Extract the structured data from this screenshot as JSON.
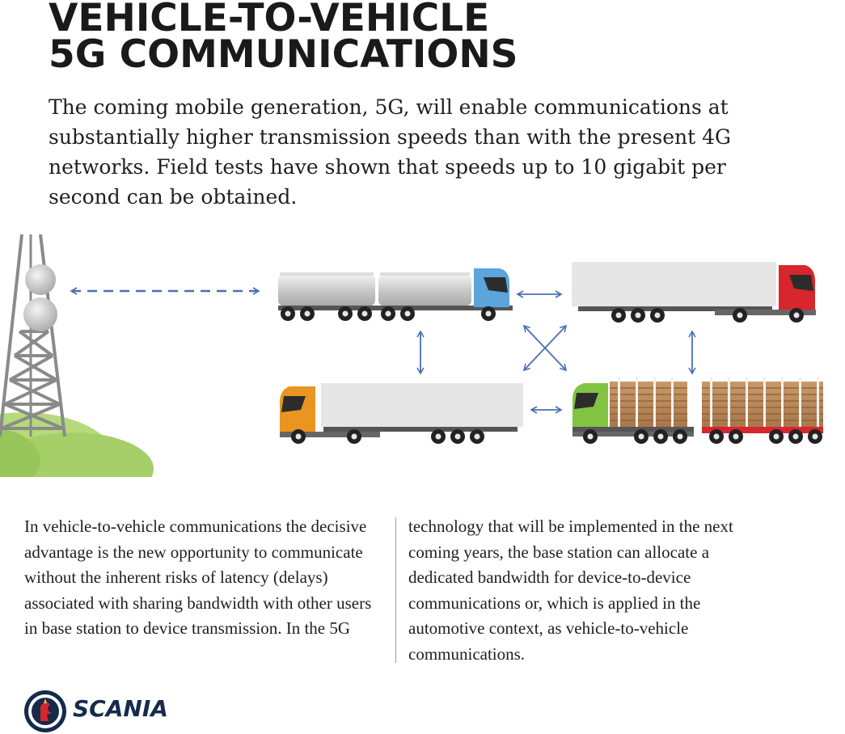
{
  "title": {
    "line1": "VEHICLE-TO-VEHICLE",
    "line2": "5G COMMUNICATIONS"
  },
  "intro": "The coming mobile generation, 5G, will enable communications at substantially higher transmission speeds than with the present 4G networks. Field tests have shown that speeds up to 10 gigabit per second can be obtained.",
  "body": {
    "left_column": "In vehicle-to-vehicle communications the decisive advantage is the new opportunity to communicate without the inherent risks of latency (delays) associated with sharing bandwidth with other users in base station to device transmission. In the 5G",
    "right_column": "technology that will be implemented in the next coming years, the base station can allocate a dedicated bandwidth for device-to-device communications or, which is applied in the automotive context, as vehicle-to-vehicle communications."
  },
  "logo": {
    "wordmark": "SCANIA"
  },
  "colors": {
    "arrow": "#4a6fb5",
    "tanker_cab": "#5ba4dc",
    "reefer_cab": "#d7262d",
    "box_cab": "#e9951f",
    "timber_cab": "#82c341",
    "hill": "#a6cf6a",
    "tower": "#8a8a8a",
    "scania_blue": "#162a4c"
  }
}
